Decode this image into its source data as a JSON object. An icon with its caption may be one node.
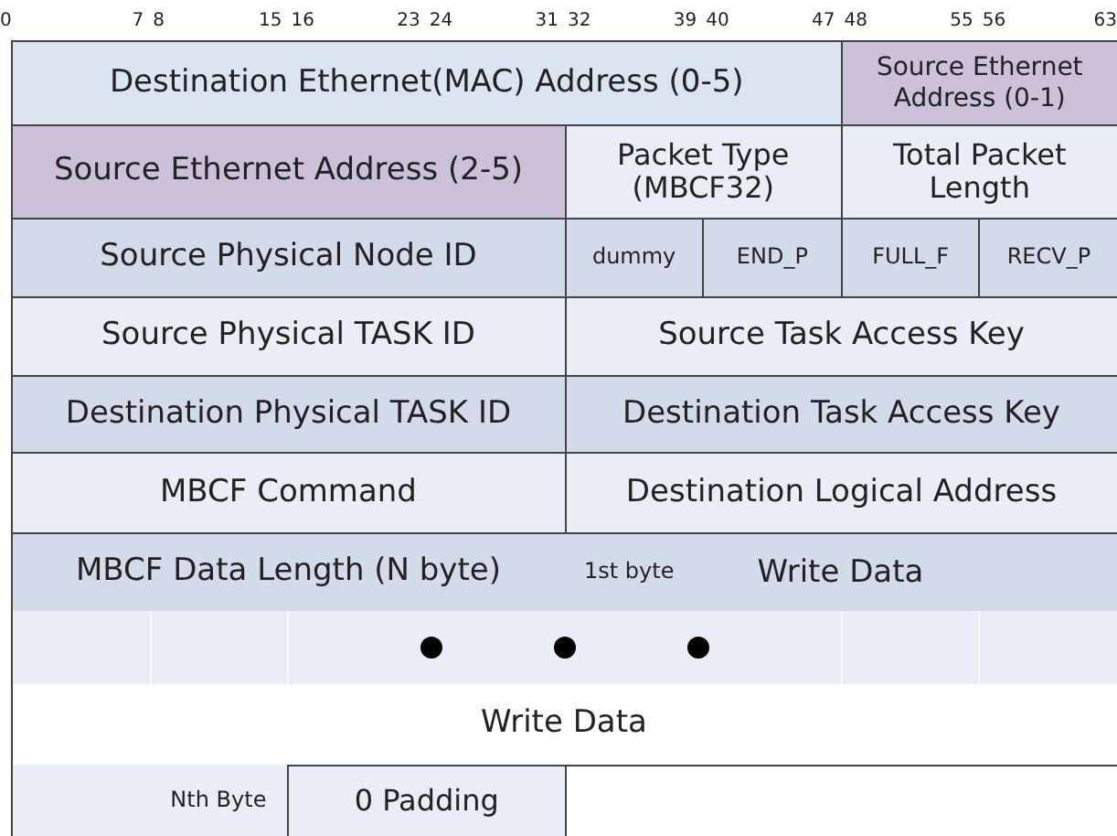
{
  "diagram": {
    "labels": [
      "0",
      "7",
      "8",
      "15",
      "16",
      "23",
      "24",
      "31",
      "32",
      "39",
      "40",
      "47",
      "48",
      "55",
      "56",
      "63",
      "Destination Ethernet(MAC) Address (0-5)",
      "Source Ethernet Address (0-1)",
      "Source Ethernet Address (2-5)",
      "Packet Type (MBCF32)",
      "Total Packet Length",
      "Source Physical Node ID",
      "dummy",
      "END_P",
      "FULL_F",
      "RECV_P",
      "Source Physical TASK ID",
      "Source Task Access Key",
      "Destination Physical TASK ID",
      "Destination Task Access Key",
      "MBCF Command",
      "Destination Logical Address",
      "MBCF Data Length (N byte)",
      "1st byte",
      "Write Data",
      "Write Data",
      "Nth Byte",
      "0 Padding"
    ]
  }
}
